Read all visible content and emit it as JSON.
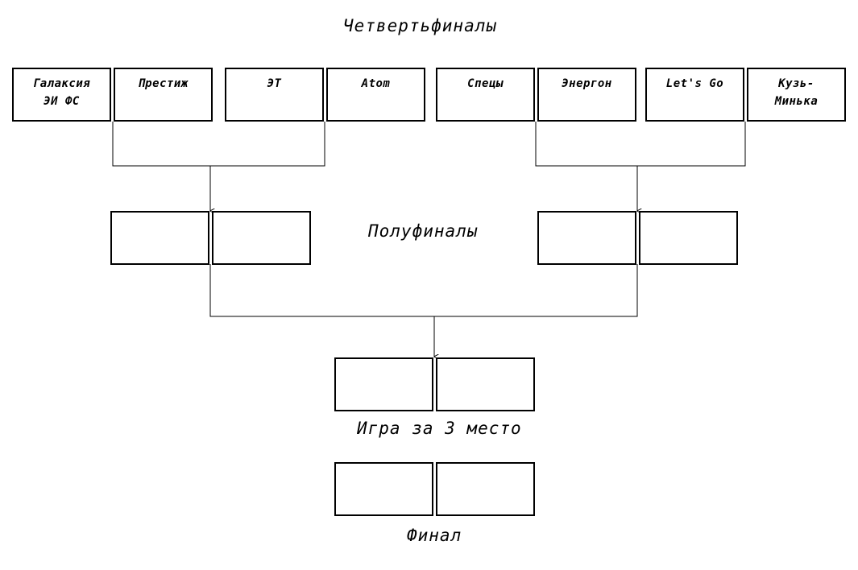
{
  "headings": {
    "quarterfinals": "Четвертьфиналы",
    "semifinals": "Полуфиналы",
    "third_place": "Игра за 3 место",
    "final": "Финал"
  },
  "quarterfinals": [
    {
      "teams": [
        "Галаксия\nЭИ ФС",
        "Престиж"
      ]
    },
    {
      "teams": [
        "ЭТ",
        "Atom"
      ]
    },
    {
      "teams": [
        "Спецы",
        "Энергон"
      ]
    },
    {
      "teams": [
        "Let's Go",
        "Кузь-\nМинька"
      ]
    }
  ],
  "semifinals": [
    {
      "teams": [
        "",
        ""
      ]
    },
    {
      "teams": [
        "",
        ""
      ]
    }
  ],
  "third_place_match": {
    "teams": [
      "",
      ""
    ]
  },
  "final_match": {
    "teams": [
      "",
      ""
    ]
  },
  "colors": {
    "line": "#000000",
    "box_border": "#000000",
    "background": "#ffffff"
  }
}
